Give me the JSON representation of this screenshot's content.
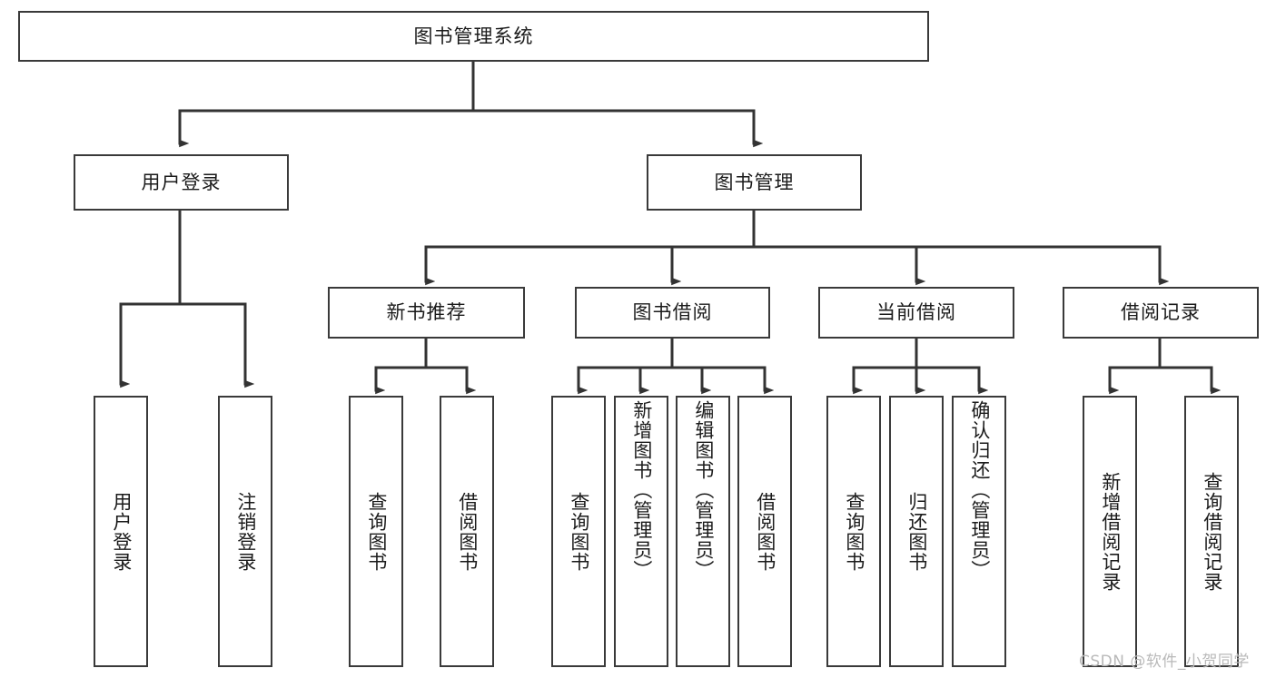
{
  "diagram": {
    "type": "tree-hierarchy-chart",
    "title": "图书管理系统",
    "orientation": "top-down",
    "watermark": "CSDN @软件_小贺同学",
    "colors": {
      "background": "#ffffff",
      "box_border": "#3a3a3a",
      "box_fill": "#ffffff",
      "connector": "#333333",
      "text": "#1b1b1b",
      "watermark": "#b9b9b9"
    },
    "nodes": {
      "root": {
        "label": "图书管理系统",
        "level": 0,
        "text_direction": "horizontal"
      },
      "level1": [
        {
          "id": "user-login",
          "label": "用户登录",
          "text_direction": "horizontal"
        },
        {
          "id": "book-manage",
          "label": "图书管理",
          "text_direction": "horizontal"
        }
      ],
      "level2": [
        {
          "id": "new-book-recommend",
          "label": "新书推荐",
          "parent": "book-manage",
          "text_direction": "horizontal"
        },
        {
          "id": "book-borrow",
          "label": "图书借阅",
          "parent": "book-manage",
          "text_direction": "horizontal"
        },
        {
          "id": "current-borrow",
          "label": "当前借阅",
          "parent": "book-manage",
          "text_direction": "horizontal"
        },
        {
          "id": "borrow-record",
          "label": "借阅记录",
          "parent": "book-manage",
          "text_direction": "horizontal"
        }
      ],
      "leaves": [
        {
          "id": "leaf-user-login",
          "label": "用户登录",
          "parent": "user-login",
          "text_direction": "vertical"
        },
        {
          "id": "leaf-user-logout",
          "label": "注销登录",
          "parent": "user-login",
          "text_direction": "vertical"
        },
        {
          "id": "leaf-query-book-rec",
          "label": "查询图书",
          "parent": "new-book-recommend",
          "text_direction": "vertical"
        },
        {
          "id": "leaf-borrow-book-rec",
          "label": "借阅图书",
          "parent": "new-book-recommend",
          "text_direction": "vertical"
        },
        {
          "id": "leaf-query-book-borrow",
          "label": "查询图书",
          "parent": "book-borrow",
          "text_direction": "vertical"
        },
        {
          "id": "leaf-add-book-admin",
          "label": "新增图书（管理员）",
          "parent": "book-borrow",
          "text_direction": "vertical"
        },
        {
          "id": "leaf-edit-book-admin",
          "label": "编辑图书（管理员）",
          "parent": "book-borrow",
          "text_direction": "vertical"
        },
        {
          "id": "leaf-borrow-book",
          "label": "借阅图书",
          "parent": "book-borrow",
          "text_direction": "vertical"
        },
        {
          "id": "leaf-query-book-cur",
          "label": "查询图书",
          "parent": "current-borrow",
          "text_direction": "vertical"
        },
        {
          "id": "leaf-return-book",
          "label": "归还图书",
          "parent": "current-borrow",
          "text_direction": "vertical"
        },
        {
          "id": "leaf-confirm-return-admin",
          "label": "确认归还（管理员）",
          "parent": "current-borrow",
          "text_direction": "vertical"
        },
        {
          "id": "leaf-add-borrow-record",
          "label": "新增借阅记录",
          "parent": "borrow-record",
          "text_direction": "vertical"
        },
        {
          "id": "leaf-query-borrow-record",
          "label": "查询借阅记录",
          "parent": "borrow-record",
          "text_direction": "vertical"
        }
      ]
    }
  }
}
